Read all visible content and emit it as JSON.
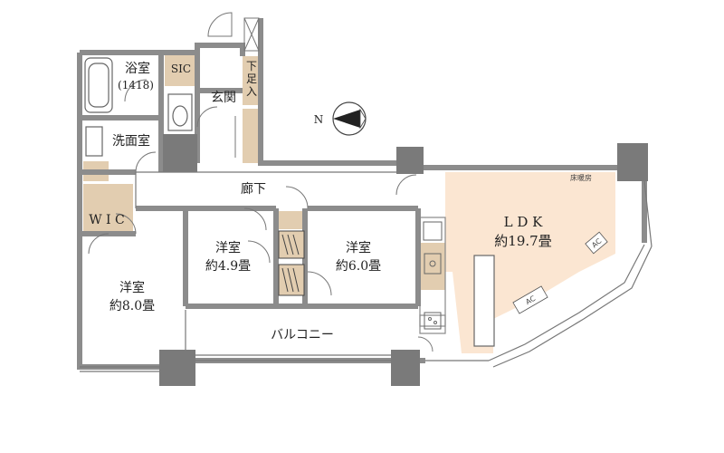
{
  "rooms": {
    "bathroom": "浴室",
    "bathroom_size": "(1418)",
    "sic": "SIC",
    "shoe_closet": "下足入",
    "entrance": "玄関",
    "washroom": "洗面室",
    "corridor": "廊下",
    "wic": "W I C",
    "room1": "洋室",
    "room1_size": "約8.0畳",
    "room2": "洋室",
    "room2_size": "約4.9畳",
    "room3": "洋室",
    "room3_size": "約6.0畳",
    "ldk": "L D K",
    "ldk_size": "約19.7畳",
    "floor_heating": "床暖房",
    "balcony": "バルコニー"
  },
  "compass": {
    "north_label": "N"
  },
  "ac_units": [
    "AC",
    "AC"
  ],
  "colors": {
    "wall": "#8c8c8c",
    "pillar": "#7a7a7a",
    "storage": "#e2cdb0",
    "floor_heating": "#fbe6d2"
  }
}
